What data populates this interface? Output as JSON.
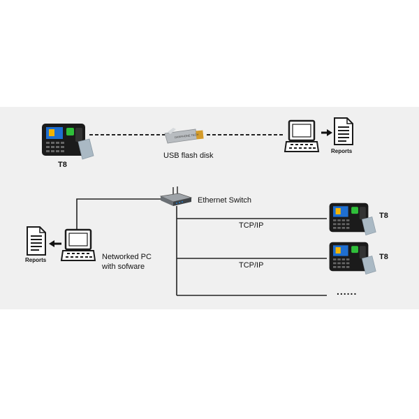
{
  "labels": {
    "usb": "USB flash disk",
    "ethernet_switch": "Ethernet Switch",
    "reports_top": "Reports",
    "reports_left": "Reports",
    "networked_pc_line1": "Networked PC",
    "networked_pc_line2": "with  sofware",
    "tcpip_1": "TCP/IP",
    "tcpip_2": "TCP/IP",
    "t8_top": "T8",
    "t8_right1": "T8",
    "t8_right2": "T8",
    "more": "......"
  },
  "usb_text": "DANPHONE TECH",
  "colors": {
    "panel_bg": "#f0f0f0",
    "device_body": "#1b1b1b",
    "screen_blue": "#1f6fd1",
    "fingerprint_green": "#2fbf3a",
    "card": "#aab9c4",
    "line": "#222222"
  },
  "icons": [
    "time-attendance-terminal-icon",
    "rfid-card-icon",
    "usb-flash-disk-icon",
    "computer-icon",
    "report-document-icon",
    "ethernet-switch-icon",
    "arrow-right-icon",
    "arrow-left-icon"
  ]
}
